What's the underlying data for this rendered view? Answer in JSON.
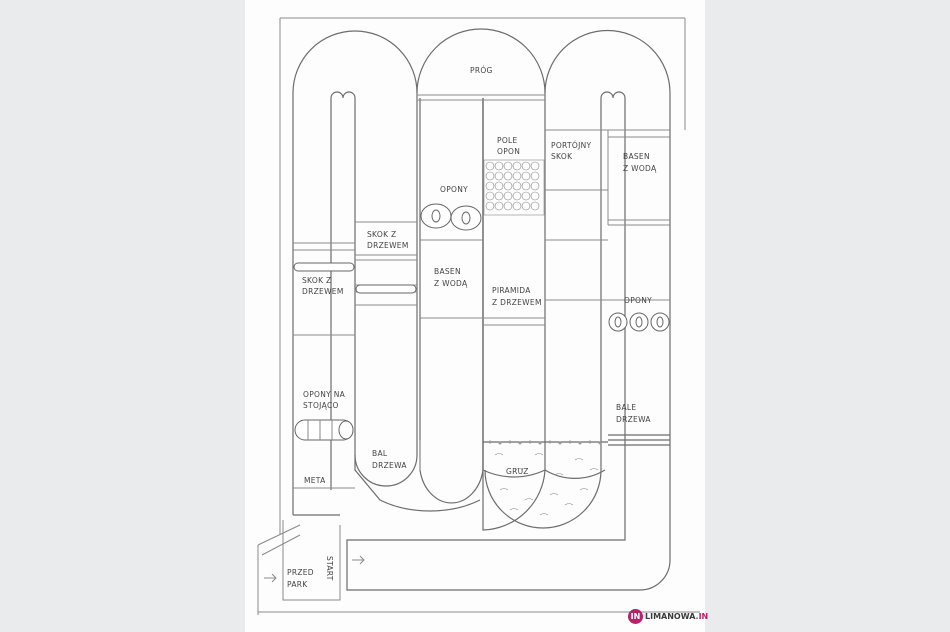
{
  "labels": {
    "prog": "PRÓG",
    "pole": "POLE",
    "opon": "OPON",
    "portojny": "PORTÓJNY",
    "skok": "SKOK",
    "basen1": "BASEN",
    "zwoda1": "Z WODĄ",
    "opony1": "OPONY",
    "skokz1": "SKOK Z",
    "drzewem1": "DRZEWEM",
    "skokz2": "SKOK Z",
    "drzewem2": "DRZEWEM",
    "basen2": "BASEN",
    "zwoda2": "Z WODĄ",
    "piramida": "PIRAMIDA",
    "zdrzewem": "Z DRZEWEM",
    "opony2": "OPONY",
    "oponyna": "OPONY NA",
    "stojaco": "STOJĄCO",
    "bale": "BALE",
    "drzewa1": "DRZEWA",
    "bal": "BAL",
    "drzewa2": "DRZEWA",
    "gruz": "GRUZ",
    "meta": "META",
    "start": "START",
    "przed": "PRZED",
    "park": "PARK"
  },
  "logo": {
    "badge": "IN",
    "name": "LIMANOWA",
    "tld": ".IN"
  }
}
